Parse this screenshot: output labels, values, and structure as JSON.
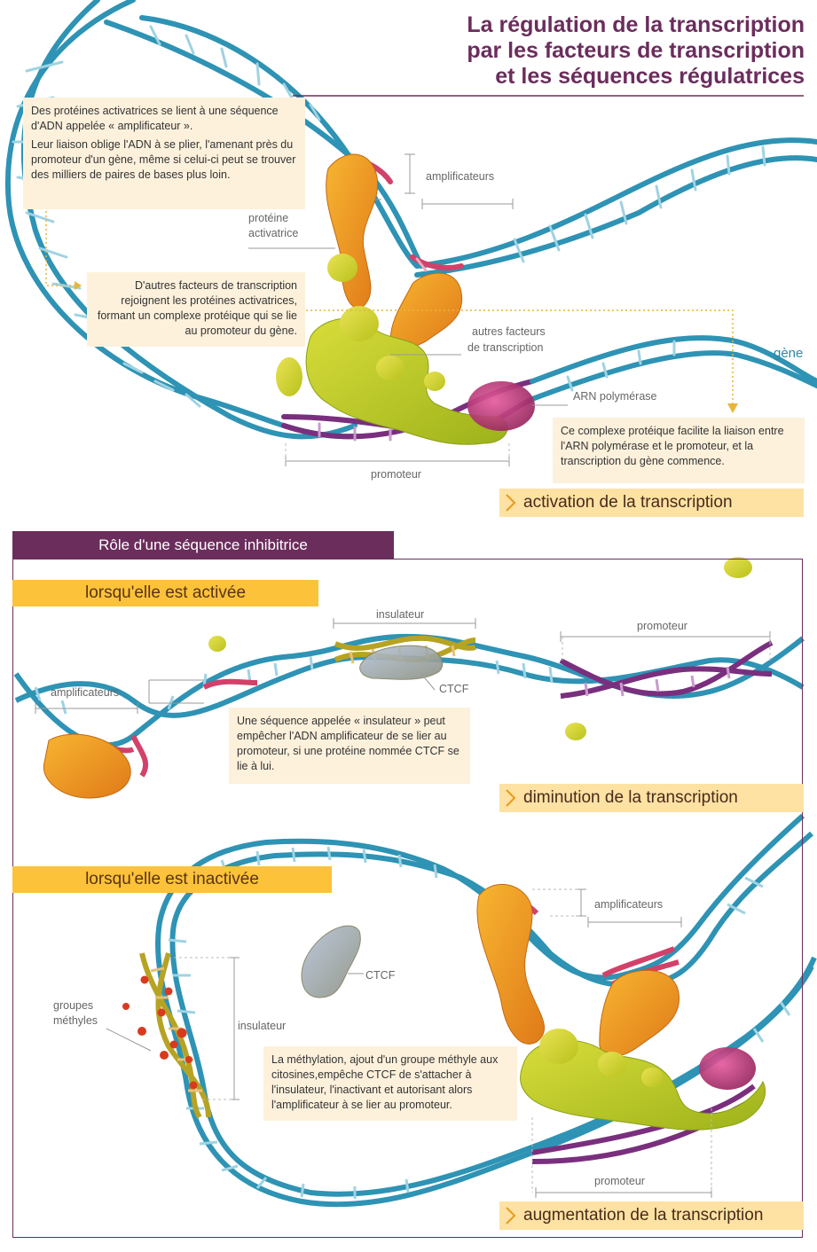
{
  "title": {
    "line1": "La régulation de la transcription",
    "line2": "par les facteurs de transcription",
    "line3": "et les séquences régulatrices"
  },
  "top": {
    "note_activators": {
      "p1": "Des protéines activatrices se lient à une séquence d'ADN appelée « amplificateur ».",
      "p2": "Leur liaison oblige l'ADN à se plier, l'amenant près du promoteur d'un gène, même si celui-ci peut se trouver des milliers de paires de bases plus loin."
    },
    "note_factors": "D'autres facteurs de transcription rejoignent les protéines activatrices, formant un complexe protéique qui se lie au promoteur du gène.",
    "note_complex": "Ce complexe protéique facilite la liaison entre l'ARN polymérase et le promoteur, et la transcription du gène commence.",
    "labels": {
      "amplificateurs": "amplificateurs",
      "proteine": "protéine",
      "activatrice": "activatrice",
      "autres1": "autres facteurs",
      "autres2": "de transcription",
      "gene": "gène",
      "arn": "ARN polymérase",
      "promoteur": "promoteur"
    },
    "banner": "activation de la transcription"
  },
  "inhib": {
    "header": "Rôle d'une séquence inhibitrice",
    "active": {
      "band": "lorsqu'elle est activée",
      "labels": {
        "insulateur": "insulateur",
        "promoteur": "promoteur",
        "amplificateurs": "amplificateurs",
        "ctcf": "CTCF"
      },
      "note": "Une séquence appelée « insulateur » peut empêcher l'ADN amplificateur de se lier au promoteur, si une protéine nommée CTCF se lie à lui.",
      "banner": "diminution de la transcription"
    },
    "inactive": {
      "band": "lorsqu'elle est inactivée",
      "labels": {
        "amplificateurs": "amplificateurs",
        "ctcf": "CTCF",
        "groupes1": "groupes",
        "groupes2": "méthyles",
        "insulateur": "insulateur",
        "promoteur": "promoteur"
      },
      "note": "La méthylation, ajout d'un groupe méthyle aux citosines,empêche CTCF de s'attacher à l'insulateur, l'inactivant et autorisant alors l'amplificateur à se lier au promoteur.",
      "banner": "augmentation de la transcription"
    }
  },
  "colors": {
    "dna_blue": "#2e93b4",
    "enhancer_pink": "#d2416a",
    "promoter_purple": "#7a2f7e",
    "header_purple": "#6b2d5c",
    "band_yellow": "#fbc23a",
    "note_bg": "#fdf1dc"
  }
}
